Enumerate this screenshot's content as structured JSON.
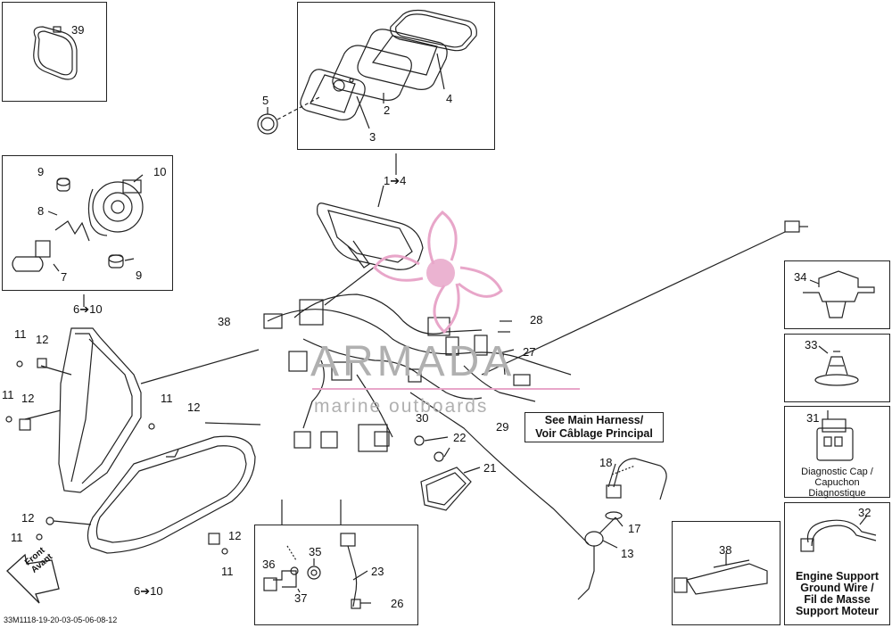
{
  "diagram": {
    "code": "33M1118-19-20-03-05-06-08-12",
    "watermark": {
      "name": "ARMADA",
      "tagline": "marine outboards"
    },
    "front_label": [
      "Front",
      "Avant"
    ],
    "callout_29": {
      "line1": "See Main Harness/",
      "line2": "Voir Câblage Principal"
    },
    "boxes": {
      "box_31": {
        "line1": "Diagnostic Cap /",
        "line2": "Capuchon",
        "line3": "Diagnostique"
      },
      "box_32": {
        "line1": "Engine Support",
        "line2": "Ground Wire /",
        "line3": "Fil de Masse",
        "line4": "Support Moteur"
      }
    },
    "part_numbers": {
      "p39": "39",
      "p5": "5",
      "p2": "2",
      "p3": "3",
      "p4": "4",
      "p1to4": "1➔4",
      "p9a": "9",
      "p10": "10",
      "p8": "8",
      "p7": "7",
      "p9b": "9",
      "p6to10a": "6➔10",
      "p6to10b": "6➔10",
      "p38a": "38",
      "p28": "28",
      "p27": "27",
      "p11a": "11",
      "p12a": "12",
      "p11b": "11",
      "p12b": "12",
      "p11c": "11",
      "p12c": "12",
      "p12d": "12",
      "p11d": "11",
      "p12e": "12",
      "p11e": "11",
      "p30": "30",
      "p22": "22",
      "p21": "21",
      "p29": "29",
      "p18": "18",
      "p17": "17",
      "p13": "13",
      "p36": "36",
      "p35": "35",
      "p37": "37",
      "p23": "23",
      "p26": "26",
      "p34": "34",
      "p33": "33",
      "p31": "31",
      "p32": "32",
      "p38b": "38"
    },
    "colors": {
      "line": "#222222",
      "watermark_pink": "#e8a6c9",
      "watermark_grey": "#b0b0b0"
    }
  }
}
